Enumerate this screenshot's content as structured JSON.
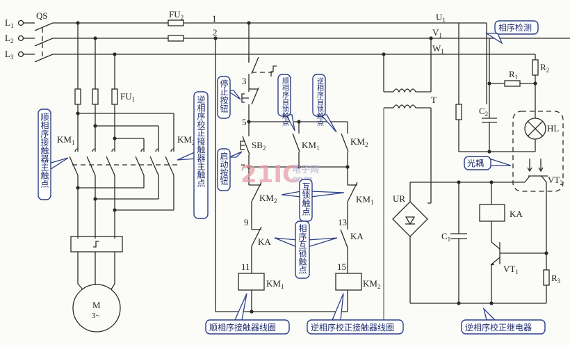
{
  "diagram": {
    "title": "Phase sequence correction motor control circuit",
    "colors": {
      "wire": "#2a2a2a",
      "callout_border": "#2b3f86",
      "callout_text": "#1e2c6b",
      "watermark": "#e8a0a8",
      "background": "#fbfbf8"
    },
    "inputs": {
      "L1": "L",
      "L1_sub": "1",
      "L2": "L",
      "L2_sub": "2",
      "L3": "L",
      "L3_sub": "3"
    },
    "labels": {
      "qs": "QS",
      "fu2": "FU",
      "fu2_sub": "2",
      "fu1": "FU",
      "fu1_sub": "1",
      "node1": "1",
      "node2": "2",
      "node3": "3",
      "node5": "5",
      "node7": "7",
      "node9": "9",
      "node11": "11",
      "node13": "13",
      "node15": "15",
      "u1": "U",
      "u1_sub": "1",
      "v1": "V",
      "v1_sub": "1",
      "w1": "W",
      "w1_sub": "1",
      "km1_main": "KM",
      "km1_main_sub": "1",
      "km2_main": "KM",
      "km2_main_sub": "2",
      "sb2": "SB",
      "sb2_sub": "2",
      "km1_hold": "KM",
      "km1_hold_sub": "1",
      "km2_hold": "KM",
      "km2_hold_sub": "2",
      "km2_nc": "KM",
      "km2_nc_sub": "2",
      "km1_nc": "KM",
      "km1_nc_sub": "1",
      "ka_nc": "KA",
      "ka_no": "KA",
      "km1_coil": "KM",
      "km1_coil_sub": "1",
      "km2_coil": "KM",
      "km2_coil_sub": "2",
      "motor": "M",
      "motor_phase": "3~",
      "t": "T",
      "ur": "UR",
      "r1": "R",
      "r1_sub": "1",
      "r2": "R",
      "r2_sub": "2",
      "r3": "R",
      "r3_sub": "3",
      "c1": "C",
      "c1_sub": "1",
      "c2": "C",
      "c2_sub": "2",
      "hl": "HL",
      "vt1": "VT",
      "vt1_sub": "1",
      "vt2": "VT",
      "vt2_sub": "2",
      "ka_coil": "KA"
    },
    "callouts": {
      "phase_detect": "相序检测",
      "optocoupler": "光耦",
      "stop_button": "停止按钮",
      "start_button": "启动按钮",
      "fwd_hold": "顺相序自锁触点",
      "rev_hold": "逆相序自锁触点",
      "interlock": "互锁触点",
      "phase_interlock": "相序互锁触点",
      "km1_main_contacts": "顺相序接触器主触点",
      "km2_main_contacts": "逆相序校正接触器主触点",
      "km1_coil": "顺相序接触器线圈",
      "km2_coil": "逆相序校正接触器线圈",
      "relay": "逆相序校正继电器"
    },
    "watermark": {
      "main": "21IC",
      "cn": "电子网",
      "dom": ".com"
    }
  }
}
